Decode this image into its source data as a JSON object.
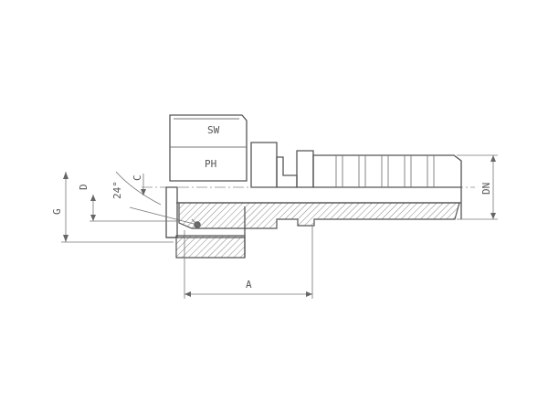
{
  "drawing": {
    "labels": {
      "sw": "SW",
      "ph": "PH",
      "g": "G",
      "d": "D",
      "angle": "24°",
      "c": "C",
      "dn": "DN",
      "a": "A"
    },
    "colors": {
      "line": "#555555",
      "dimension": "#777777",
      "background": "#ffffff"
    }
  }
}
